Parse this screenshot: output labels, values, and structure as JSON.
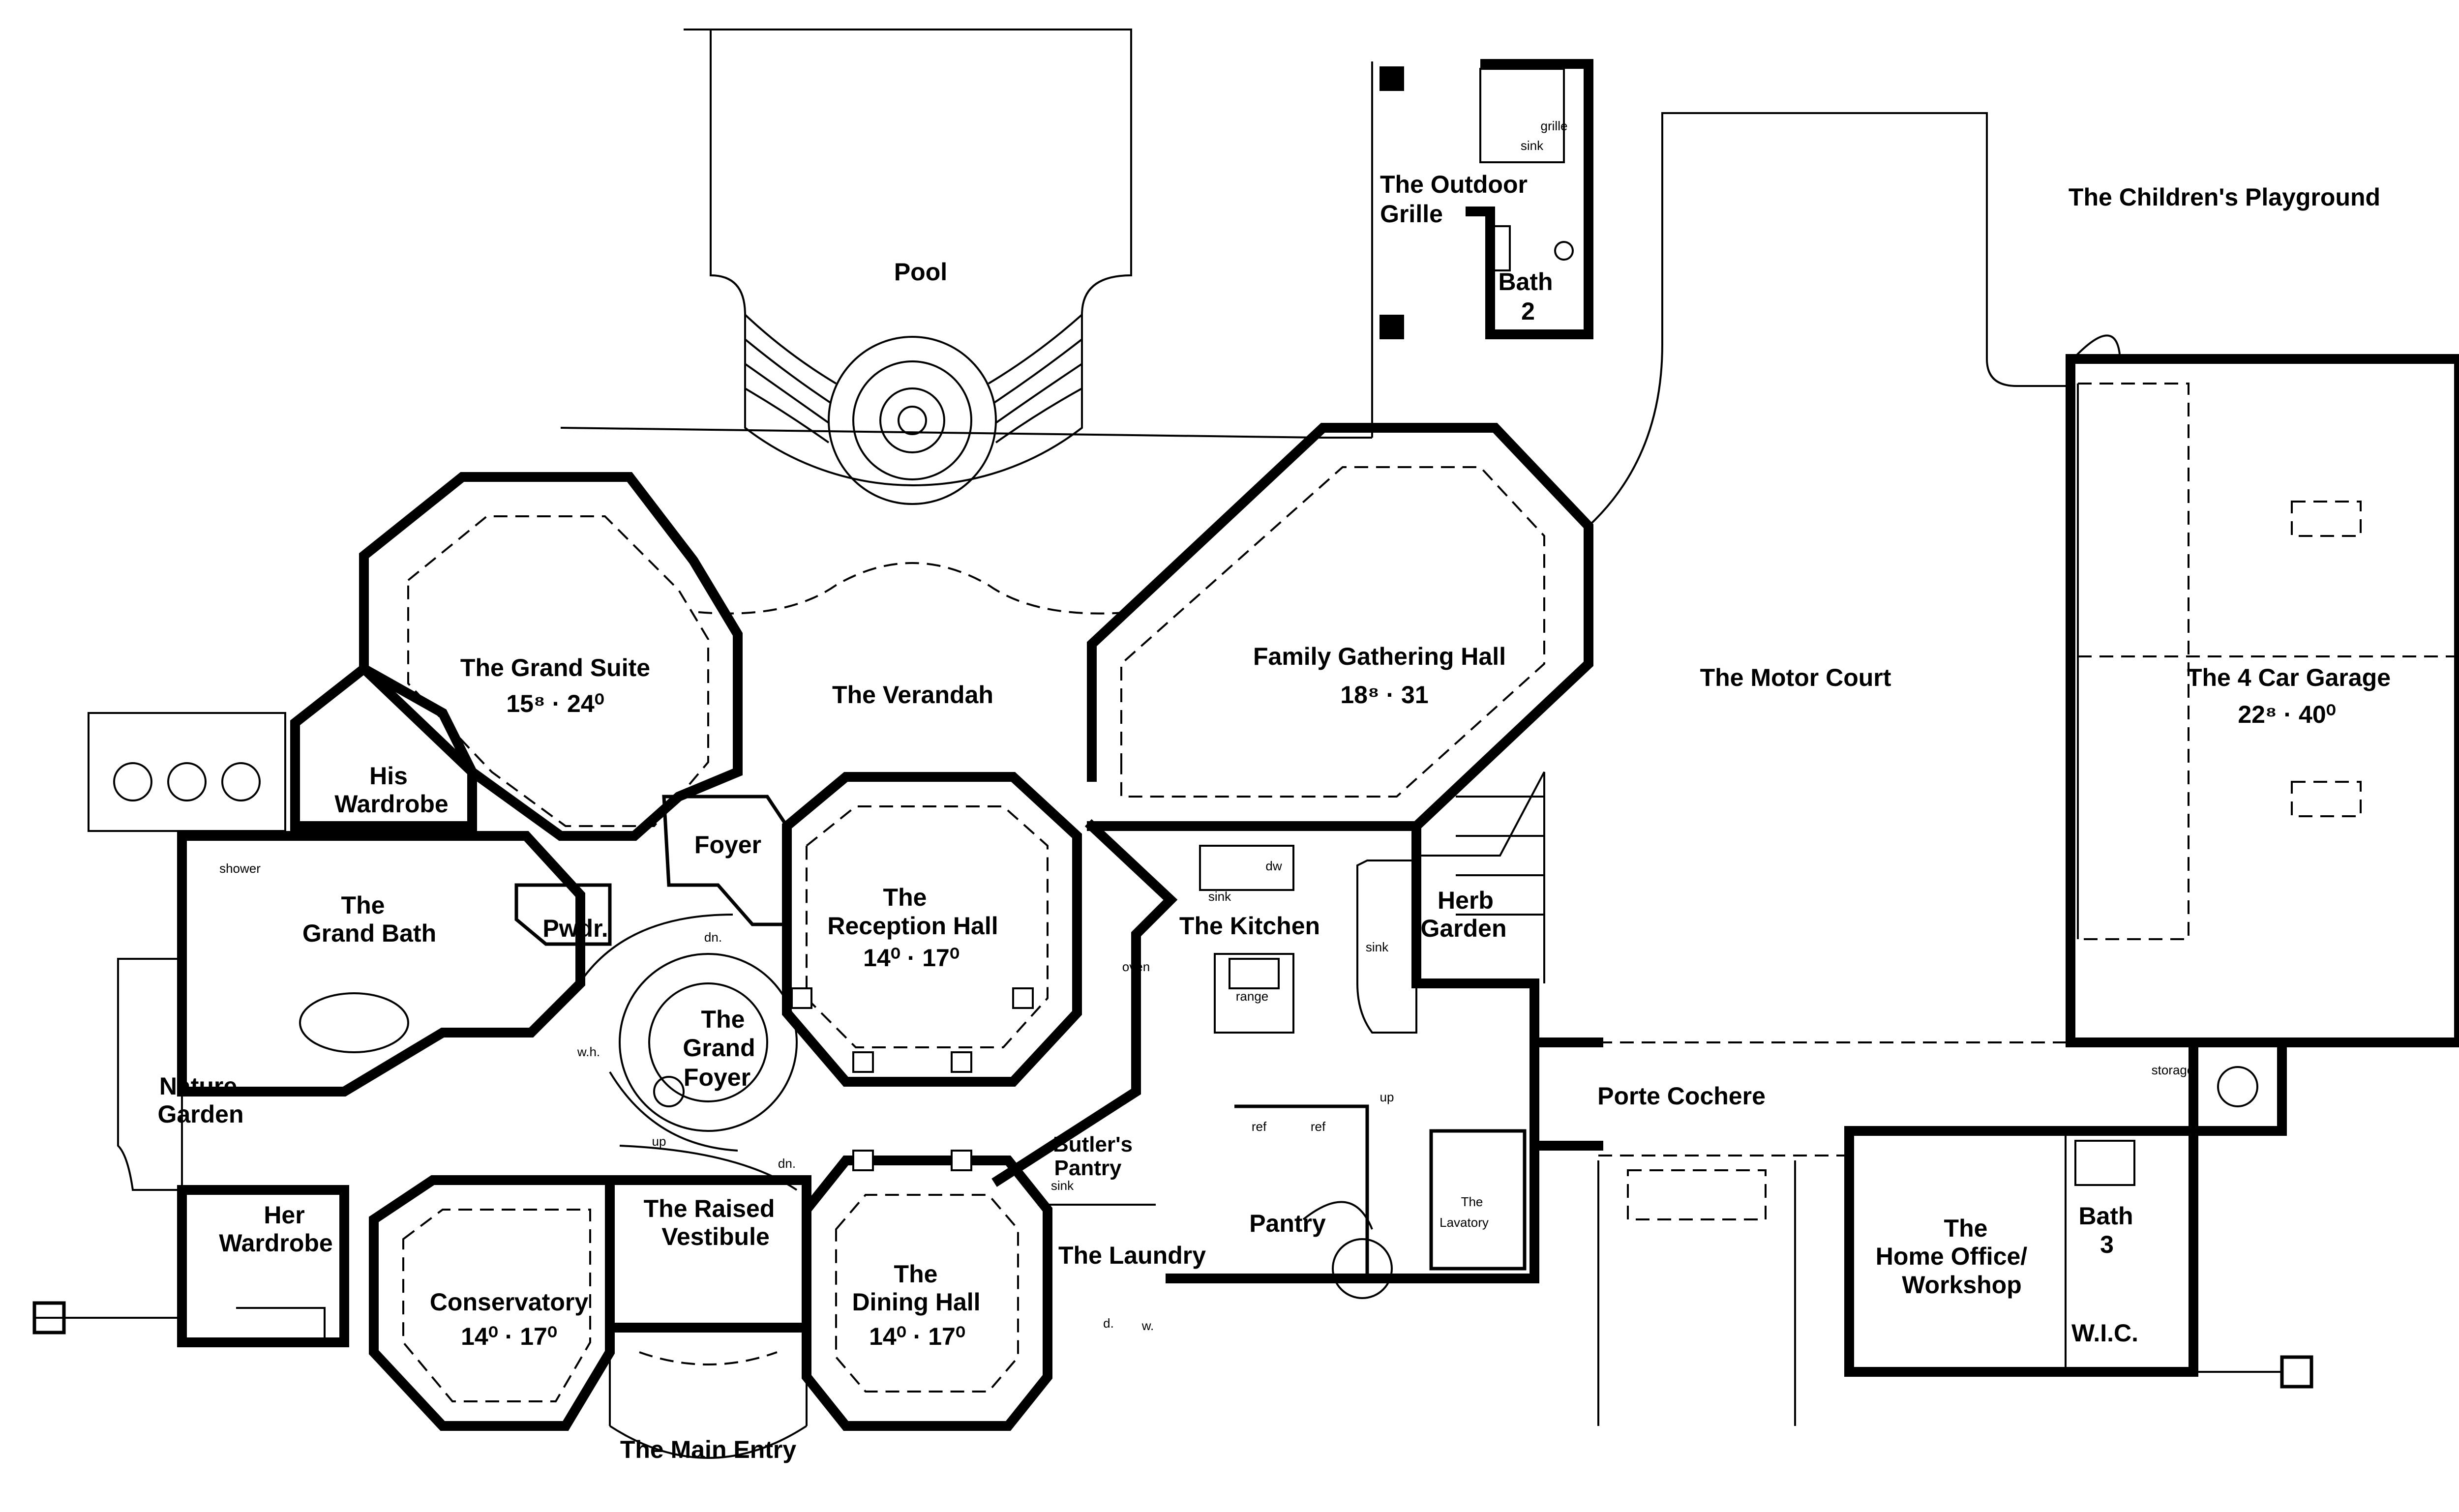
{
  "rooms": {
    "pool": "Pool",
    "outdoor_grille": [
      "The Outdoor",
      "Grille"
    ],
    "bath2": [
      "Bath",
      "2"
    ],
    "childrens_playground": "The Children's Playground",
    "grand_suite": [
      "The Grand Suite",
      "15⁸ · 24⁰"
    ],
    "verandah": "The Verandah",
    "family_hall": [
      "Family Gathering Hall",
      "18⁸ · 31"
    ],
    "motor_court": "The Motor Court",
    "garage": [
      "The 4 Car Garage",
      "22⁸ · 40⁰"
    ],
    "his_wardrobe": [
      "His",
      "Wardrobe"
    ],
    "foyer": "Foyer",
    "reception_hall": [
      "The",
      "Reception Hall",
      "14⁰ · 17⁰"
    ],
    "grand_bath": [
      "The",
      "Grand Bath"
    ],
    "pwdr": "Pwdr.",
    "kitchen": "The Kitchen",
    "herb_garden": [
      "Herb",
      "Garden"
    ],
    "grand_foyer": [
      "The",
      "Grand",
      "Foyer"
    ],
    "nature_garden": [
      "Nature",
      "Garden"
    ],
    "porte_cochere": "Porte Cochere",
    "butlers_pantry": [
      "Butler's",
      "Pantry"
    ],
    "raised_vestibule": [
      "The Raised",
      "Vestibule"
    ],
    "her_wardrobe": [
      "Her",
      "Wardrobe"
    ],
    "pantry": "Pantry",
    "lavatory": [
      "The",
      "Lavatory"
    ],
    "home_office": [
      "The",
      "Home Office/",
      "Workshop"
    ],
    "bath3": [
      "Bath",
      "3"
    ],
    "laundry": "The Laundry",
    "dining_hall": [
      "The",
      "Dining Hall",
      "14⁰ · 17⁰"
    ],
    "conservatory": [
      "Conservatory",
      "14⁰ · 17⁰"
    ],
    "wic": "W.I.C.",
    "main_entry": "The Main Entry"
  },
  "fixtures": {
    "sink": "sink",
    "grille": "grille",
    "shower": "shower",
    "dw": "dw",
    "range": "range",
    "oven": "oven",
    "wh": "w.h.",
    "dn": "dn.",
    "up": "up",
    "ref": "ref",
    "storage": "storage",
    "d": "d.",
    "w": "w."
  }
}
